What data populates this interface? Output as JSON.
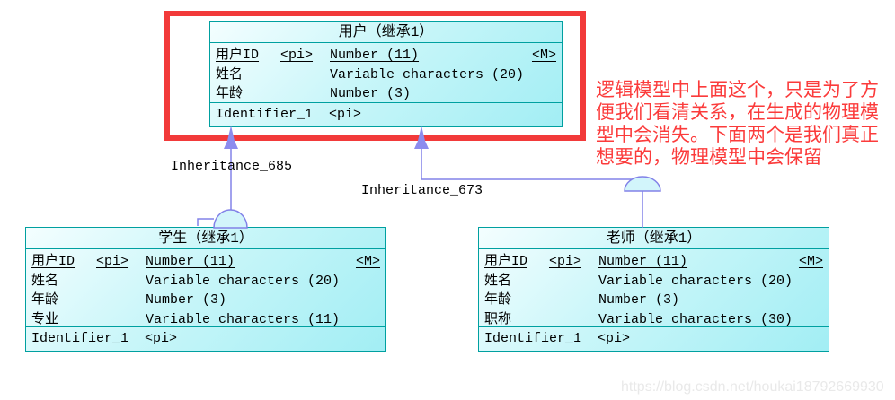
{
  "entities": {
    "user": {
      "title": "用户（继承1）",
      "attrs": [
        {
          "name": "用户ID",
          "pi": "<pi>",
          "type": "Number (11)",
          "m": "<M>"
        },
        {
          "name": "姓名",
          "pi": "",
          "type": "Variable characters (20)",
          "m": ""
        },
        {
          "name": "年龄",
          "pi": "",
          "type": "Number (3)",
          "m": ""
        }
      ],
      "identifier": "Identifier_1  <pi>"
    },
    "student": {
      "title": "学生（继承1）",
      "attrs": [
        {
          "name": "用户ID",
          "pi": "<pi>",
          "type": "Number (11)",
          "m": "<M>"
        },
        {
          "name": "姓名",
          "pi": "",
          "type": "Variable characters (20)",
          "m": ""
        },
        {
          "name": "年龄",
          "pi": "",
          "type": "Number (3)",
          "m": ""
        },
        {
          "name": "专业",
          "pi": "",
          "type": "Variable characters (11)",
          "m": ""
        }
      ],
      "identifier": "Identifier_1  <pi>"
    },
    "teacher": {
      "title": "老师（继承1）",
      "attrs": [
        {
          "name": "用户ID",
          "pi": "<pi>",
          "type": "Number (11)",
          "m": "<M>"
        },
        {
          "name": "姓名",
          "pi": "",
          "type": "Variable characters (20)",
          "m": ""
        },
        {
          "name": "年龄",
          "pi": "",
          "type": "Number (3)",
          "m": ""
        },
        {
          "name": "职称",
          "pi": "",
          "type": "Variable characters (30)",
          "m": ""
        }
      ],
      "identifier": "Identifier_1  <pi>"
    }
  },
  "inheritance": {
    "left_label": "Inheritance_685",
    "right_label": "Inheritance_673"
  },
  "annotation": {
    "lines": [
      "逻辑模型中上面这个，只是为了方",
      "便我们看清关系，在生成的物理模",
      "型中会消失。下面两个是我们真正",
      "想要的，物理模型中会保留"
    ]
  },
  "watermark": "https://blog.csdn.net/houkai18792669930",
  "colors": {
    "entity_border": "#00a0a0",
    "entity_fill_from": "#f4feff",
    "entity_fill_to": "#a2eef4",
    "connector": "#8282e8",
    "arrow": "#8c8cee",
    "semicircle_fill": "#d2f5fb",
    "highlight": "#f23a3a",
    "annotation_text": "#fb3b3b",
    "watermark_text": "#e9e9e9"
  }
}
